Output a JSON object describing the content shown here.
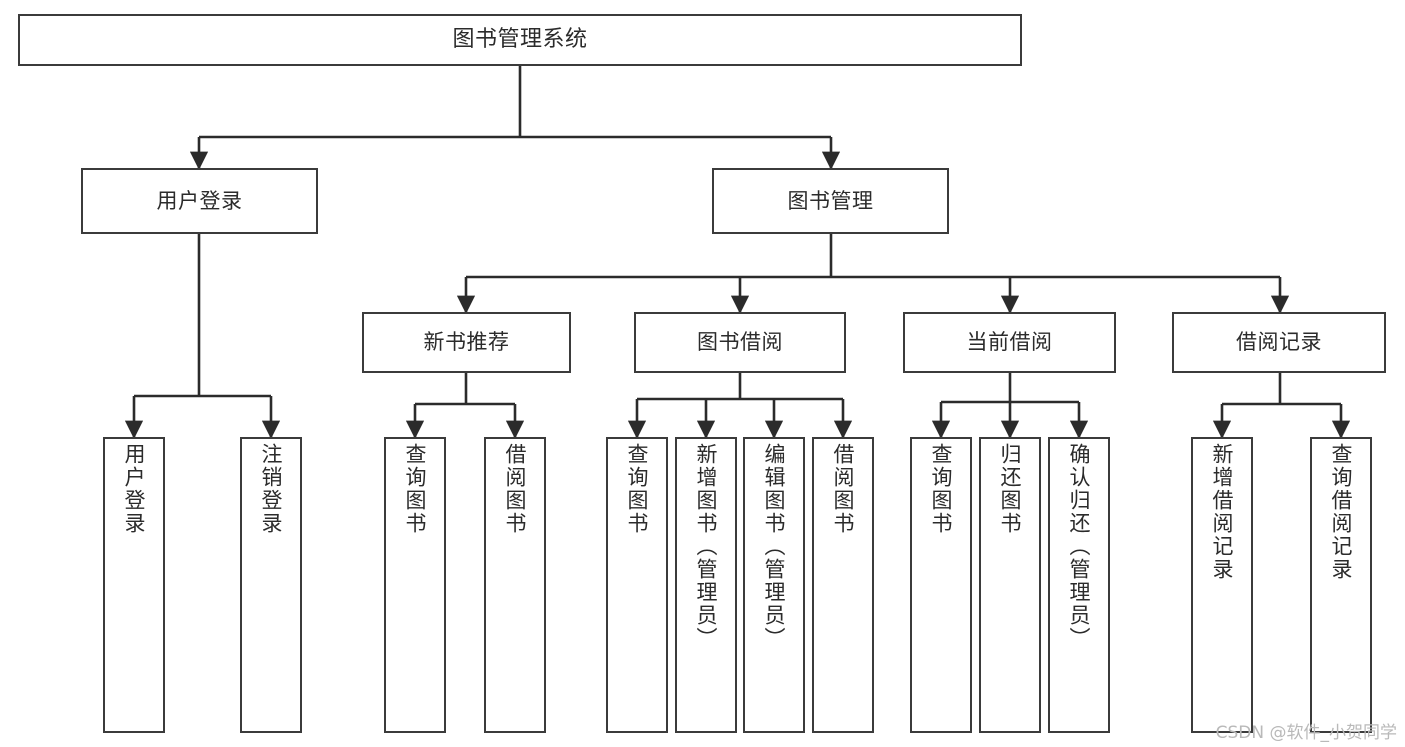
{
  "diagram": {
    "title": "图书管理系统",
    "type": "tree-hierarchy",
    "watermark": "CSDN @软件_小贺同学",
    "colors": {
      "background": "#ffffff",
      "node_border": "#3b3b3b",
      "node_fill": "#ffffff",
      "edge": "#2b2b2b",
      "text": "#2b2b2b",
      "watermark": "#b9b9b9"
    },
    "nodes": {
      "root": {
        "label": "图书管理系统"
      },
      "level2": [
        {
          "label": "用户登录"
        },
        {
          "label": "图书管理"
        }
      ],
      "level3": [
        {
          "label": "新书推荐"
        },
        {
          "label": "图书借阅"
        },
        {
          "label": "当前借阅"
        },
        {
          "label": "借阅记录"
        }
      ],
      "leaves": [
        {
          "label": "用户登录",
          "parent": "用户登录"
        },
        {
          "label": "注销登录",
          "parent": "用户登录"
        },
        {
          "label": "查询图书",
          "parent": "新书推荐"
        },
        {
          "label": "借阅图书",
          "parent": "新书推荐"
        },
        {
          "label": "查询图书",
          "parent": "图书借阅"
        },
        {
          "label": "新增图书（管理员）",
          "parent": "图书借阅"
        },
        {
          "label": "编辑图书（管理员）",
          "parent": "图书借阅"
        },
        {
          "label": "借阅图书",
          "parent": "图书借阅"
        },
        {
          "label": "查询图书",
          "parent": "当前借阅"
        },
        {
          "label": "归还图书",
          "parent": "当前借阅"
        },
        {
          "label": "确认归还（管理员）",
          "parent": "当前借阅"
        },
        {
          "label": "新增借阅记录",
          "parent": "借阅记录"
        },
        {
          "label": "查询借阅记录",
          "parent": "借阅记录"
        }
      ]
    }
  }
}
